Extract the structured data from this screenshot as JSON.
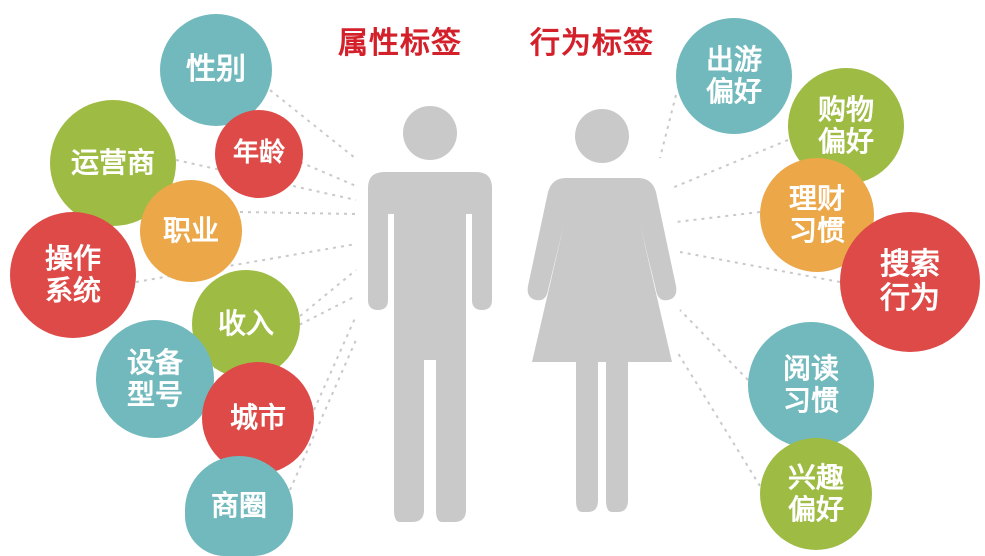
{
  "headers": {
    "attribute": "属性标签",
    "behavior": "行为标签"
  },
  "attribute_tags": [
    {
      "id": "gender",
      "label": "性别",
      "color": "teal"
    },
    {
      "id": "age",
      "label": "年龄",
      "color": "red"
    },
    {
      "id": "carrier",
      "label": "运营商",
      "color": "green"
    },
    {
      "id": "occupation",
      "label": "职业",
      "color": "orange"
    },
    {
      "id": "os",
      "label": "操作\n系统",
      "color": "red"
    },
    {
      "id": "income",
      "label": "收入",
      "color": "green"
    },
    {
      "id": "device",
      "label": "设备\n型号",
      "color": "teal"
    },
    {
      "id": "city",
      "label": "城市",
      "color": "red"
    },
    {
      "id": "district",
      "label": "商圈",
      "color": "teal"
    }
  ],
  "behavior_tags": [
    {
      "id": "travel",
      "label": "出游\n偏好",
      "color": "teal"
    },
    {
      "id": "shopping",
      "label": "购物\n偏好",
      "color": "green"
    },
    {
      "id": "finance",
      "label": "理财\n习惯",
      "color": "orange"
    },
    {
      "id": "search",
      "label": "搜索\n行为",
      "color": "red"
    },
    {
      "id": "reading",
      "label": "阅读\n习惯",
      "color": "teal"
    },
    {
      "id": "interest",
      "label": "兴趣\n偏好",
      "color": "green"
    }
  ],
  "colors": {
    "teal": "#71b9bd",
    "green": "#9ebc43",
    "red": "#dd4a47",
    "orange": "#eba748",
    "header": "#d3202a",
    "figure": "#c9c9c9"
  },
  "figures": [
    "male-figure-icon",
    "female-figure-icon"
  ]
}
